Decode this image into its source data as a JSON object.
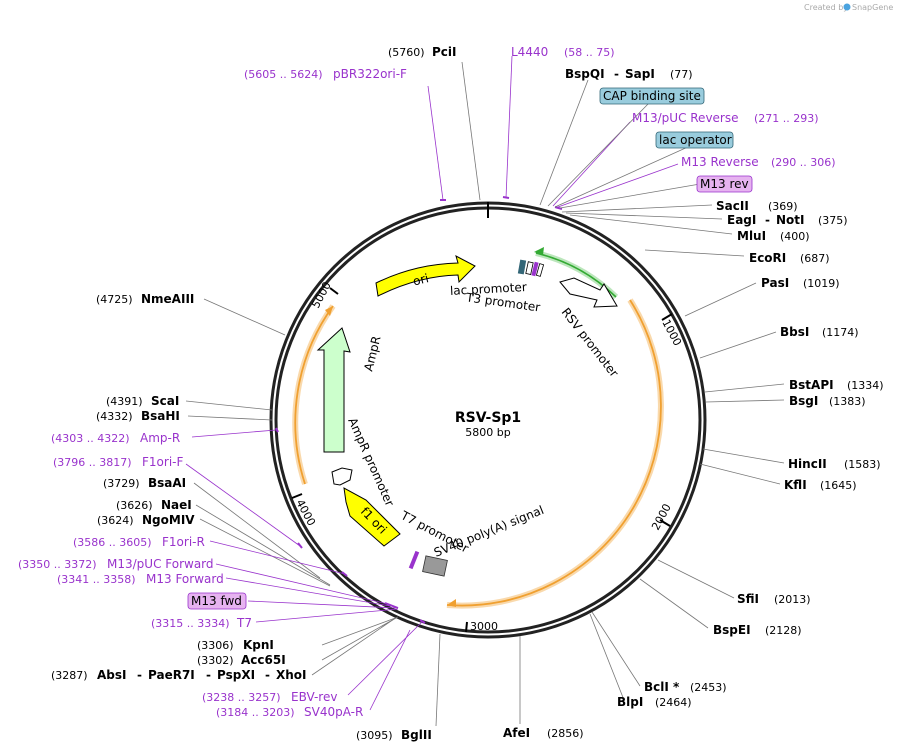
{
  "header": {
    "credit_prefix": "Created by",
    "credit_brand": "SnapGene"
  },
  "plasmid": {
    "name": "RSV-Sp1",
    "size_label": "5800 bp"
  },
  "ticks": [
    "1000",
    "2000",
    "3000",
    "4000",
    "5000"
  ],
  "features": {
    "ori": "ori",
    "ampr": "AmpR",
    "ampr_promoter": "AmpR promoter",
    "f1_ori": "f1 ori",
    "lac_promoter": "lac promoter",
    "t3_promoter": "T3 promoter",
    "rsv_promoter": "RSV promoter",
    "t7_promoter": "T7 promoter",
    "sv40": "SV40 poly(A) signal"
  },
  "enzymes": {
    "pcii": {
      "name": "PciI",
      "pos": "(5760)"
    },
    "bspqi": {
      "name": "BspQI",
      "sep": "-",
      "name2": "SapI",
      "pos": "(77)"
    },
    "sacii": {
      "name": "SacII",
      "pos": "(369)"
    },
    "eagi": {
      "name": "EagI",
      "sep": "-",
      "name2": "NotI",
      "pos": "(375)"
    },
    "mlui": {
      "name": "MluI",
      "pos": "(400)"
    },
    "ecori": {
      "name": "EcoRI",
      "pos": "(687)"
    },
    "pasi": {
      "name": "PasI",
      "pos": "(1019)"
    },
    "bbsi": {
      "name": "BbsI",
      "pos": "(1174)"
    },
    "bstapi": {
      "name": "BstAPI",
      "pos": "(1334)"
    },
    "bsgi": {
      "name": "BsgI",
      "pos": "(1383)"
    },
    "hincii": {
      "name": "HincII",
      "pos": "(1583)"
    },
    "kfli": {
      "name": "KflI",
      "pos": "(1645)"
    },
    "sfii": {
      "name": "SfiI",
      "pos": "(2013)"
    },
    "bspei": {
      "name": "BspEI",
      "pos": "(2128)"
    },
    "bcli": {
      "name": "BclI *",
      "pos": "(2453)"
    },
    "blpi": {
      "name": "BlpI",
      "pos": "(2464)"
    },
    "afei": {
      "name": "AfeI",
      "pos": "(2856)"
    },
    "bglii": {
      "name": "BglII",
      "pos": "(3095)"
    },
    "kpni": {
      "name": "KpnI",
      "pos": "(3306)"
    },
    "acc65i": {
      "name": "Acc65I",
      "pos": "(3302)"
    },
    "absi": {
      "pos": "(3287)",
      "name": "AbsI",
      "sep": "-",
      "name2": "PaeR7I",
      "sep2": "-",
      "name3": "PspXI",
      "sep3": "-",
      "name4": "XhoI"
    },
    "ngomiv": {
      "name": "NgoMIV",
      "pos": "(3624)"
    },
    "naei": {
      "name": "NaeI",
      "pos": "(3626)"
    },
    "bsaai": {
      "name": "BsaAI",
      "pos": "(3729)"
    },
    "bsahi": {
      "name": "BsaHI",
      "pos": "(4332)"
    },
    "scai": {
      "name": "ScaI",
      "pos": "(4391)"
    },
    "nmeaiii": {
      "name": "NmeAIII",
      "pos": "(4725)"
    }
  },
  "primers": {
    "l4440": {
      "name": "L4440",
      "pos": "(58 .. 75)"
    },
    "pbr322": {
      "name": "pBR322ori-F",
      "pos": "(5605 .. 5624)"
    },
    "m13puc_rev": {
      "name": "M13/pUC Reverse",
      "pos": "(271 .. 293)"
    },
    "m13_rev": {
      "name": "M13 Reverse",
      "pos": "(290 .. 306)"
    },
    "ampr_primer": {
      "name": "Amp-R",
      "pos": "(4303 .. 4322)"
    },
    "f1ori_f": {
      "name": "F1ori-F",
      "pos": "(3796 .. 3817)"
    },
    "f1ori_r": {
      "name": "F1ori-R",
      "pos": "(3586 .. 3605)"
    },
    "m13puc_fwd": {
      "name": "M13/pUC Forward",
      "pos": "(3350 .. 3372)"
    },
    "m13_fwd": {
      "name": "M13 Forward",
      "pos": "(3341 .. 3358)"
    },
    "t7": {
      "name": "T7",
      "pos": "(3315 .. 3334)"
    },
    "ebv_rev": {
      "name": "EBV-rev",
      "pos": "(3238 .. 3257)"
    },
    "sv40pa_r": {
      "name": "SV40pA-R",
      "pos": "(3184 .. 3203)"
    }
  },
  "boxes": {
    "cap": "CAP binding site",
    "lacop": "lac operator",
    "m13rev": "M13 rev",
    "m13fwd": "M13 fwd"
  },
  "colors": {
    "ori": "#ffff00",
    "ampr": "#ccffcc",
    "orange_arc": "#f0a030",
    "green_arc": "#33aa33",
    "primer": "#9933cc",
    "cap_box": "#99ccdd",
    "m13_box": "#e6b3f0",
    "sv40_box": "#999999"
  }
}
